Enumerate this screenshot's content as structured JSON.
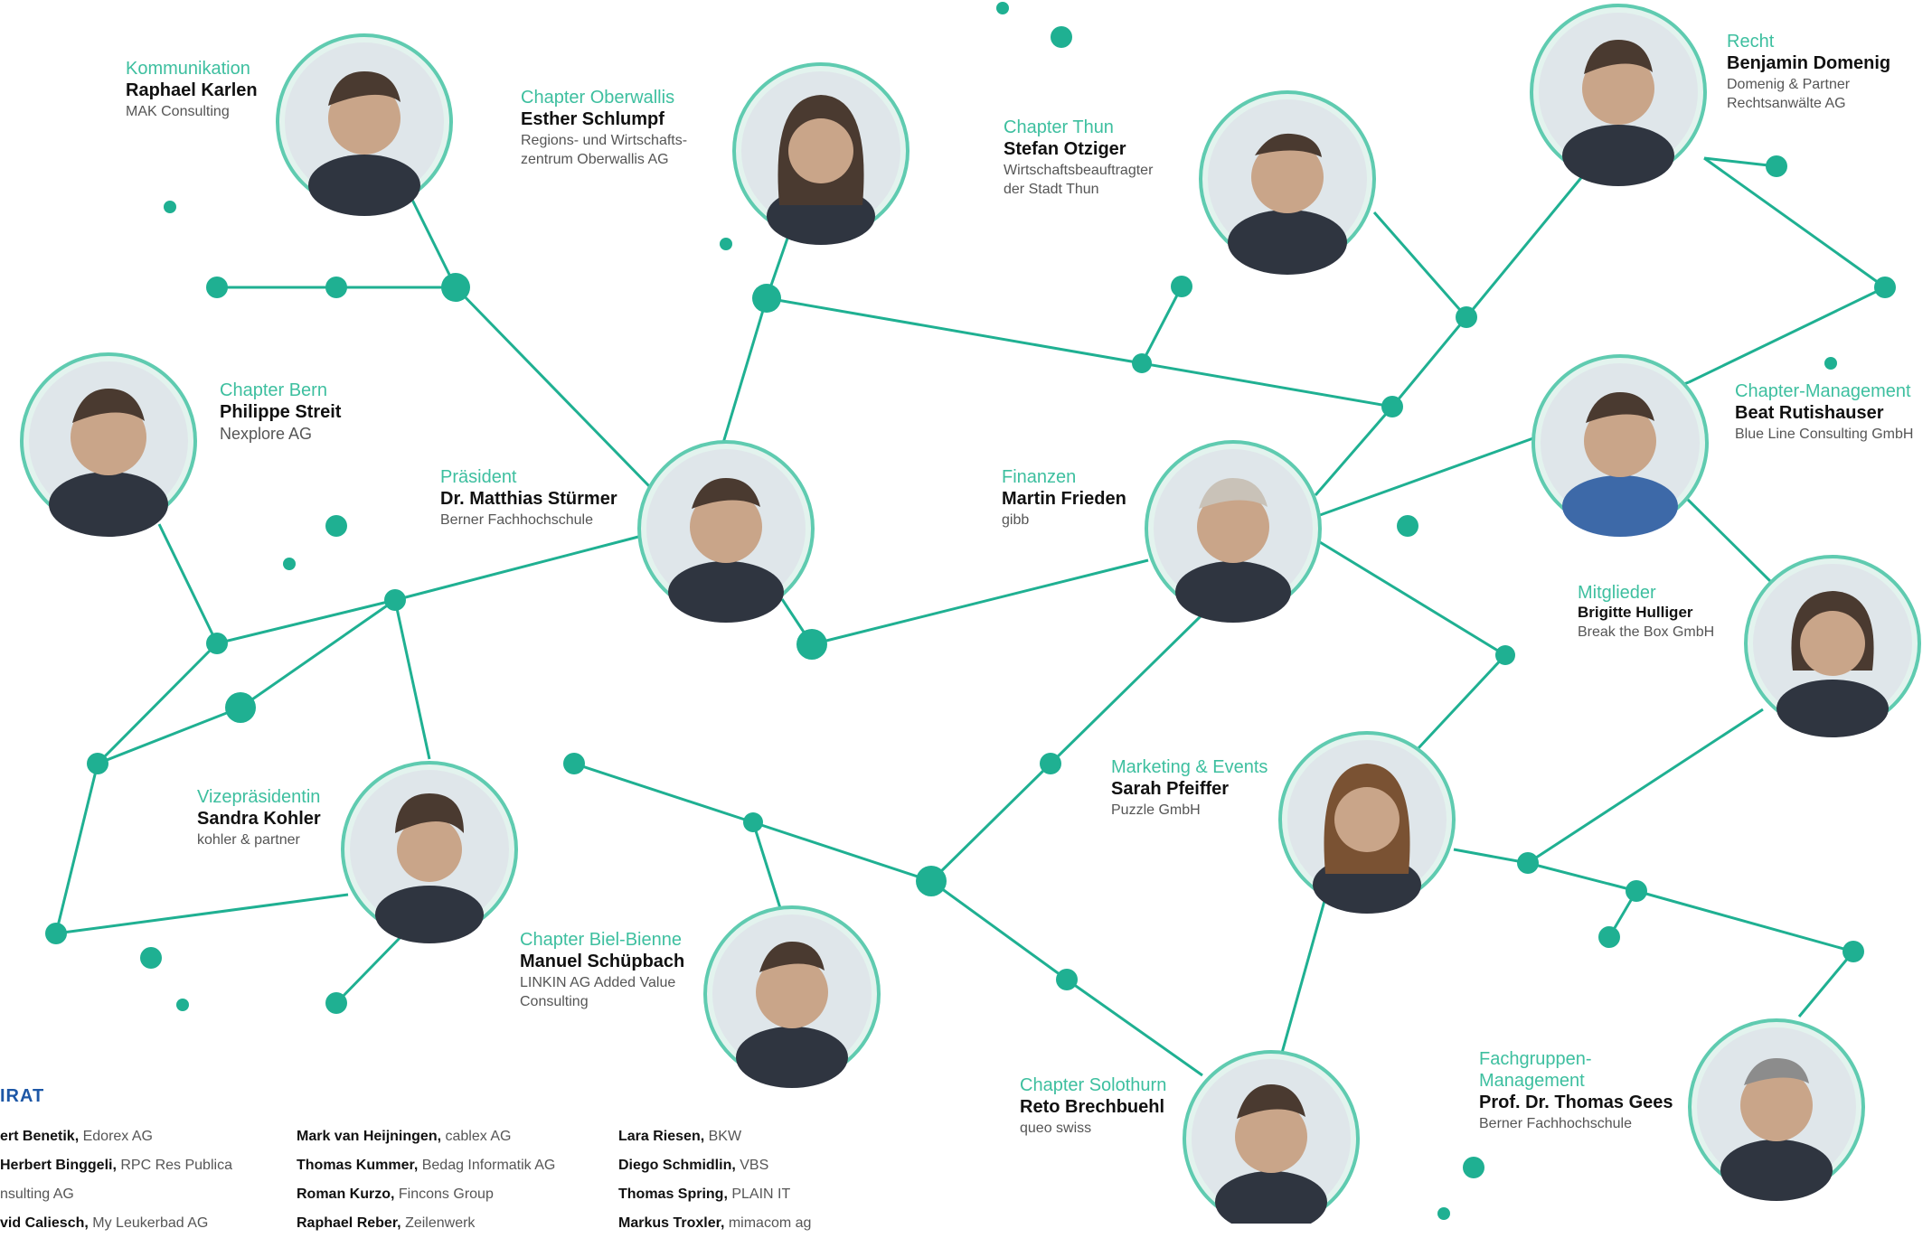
{
  "colors": {
    "accent": "#1fb092",
    "role_text": "#3dbf9f",
    "beirat_title": "#1d57a6"
  },
  "members": [
    {
      "id": "raphael",
      "role": "Kommunikation",
      "name": "Raphael Karlen",
      "org": [
        "MAK Consulting"
      ]
    },
    {
      "id": "esther",
      "role": "Chapter Oberwallis",
      "name": "Esther Schlumpf",
      "org": [
        "Regions- und Wirtschafts-",
        "zentrum Oberwallis AG"
      ]
    },
    {
      "id": "stefan",
      "role": "Chapter Thun",
      "name": "Stefan Otziger",
      "org": [
        "Wirtschaftsbeauftragter",
        "der Stadt Thun"
      ]
    },
    {
      "id": "benjamin",
      "role": "Recht",
      "name": "Benjamin Domenig",
      "org": [
        "Domenig & Partner",
        "Rechtsanwälte AG"
      ]
    },
    {
      "id": "philippe",
      "role": "Chapter Bern",
      "name": "Philippe Streit",
      "org": [
        "Nexplore AG"
      ]
    },
    {
      "id": "matthias",
      "role": "Präsident",
      "name": "Dr. Matthias Stürmer",
      "org": [
        "Berner Fachhochschule"
      ]
    },
    {
      "id": "martin",
      "role": "Finanzen",
      "name": "Martin Frieden",
      "org": [
        "gibb"
      ]
    },
    {
      "id": "beat",
      "role": "Chapter-Management",
      "name": "Beat Rutishauser",
      "org": [
        "Blue Line Consulting GmbH"
      ]
    },
    {
      "id": "brigitte",
      "role": "Mitglieder",
      "name": "Brigitte Hulliger",
      "org": [
        "Break the Box GmbH"
      ]
    },
    {
      "id": "sandra",
      "role": "Vizepräsidentin",
      "name": "Sandra Kohler",
      "org": [
        "kohler & partner"
      ]
    },
    {
      "id": "manuel",
      "role": "Chapter Biel-Bienne",
      "name": "Manuel Schüpbach",
      "org": [
        "LINKIN AG Added Value",
        "Consulting"
      ]
    },
    {
      "id": "sarah",
      "role": "Marketing & Events",
      "name": "Sarah Pfeiffer",
      "org": [
        "Puzzle GmbH"
      ]
    },
    {
      "id": "reto",
      "role": "Chapter Solothurn",
      "name": "Reto Brechbuehl",
      "org": [
        "queo swiss"
      ]
    },
    {
      "id": "thomas",
      "role": "Fachgruppen-\nManagement",
      "name": "Prof. Dr. Thomas Gees",
      "org": [
        "Berner Fachhochschule"
      ]
    }
  ],
  "beirat": {
    "title": "IRAT",
    "columns": [
      [
        {
          "name": "ert Benetik,",
          "org": "Edorex AG"
        },
        {
          "name": "Herbert Binggeli,",
          "org": "RPC Res Publica"
        },
        {
          "name": "",
          "org": "nsulting AG"
        },
        {
          "name": "vid Caliesch,",
          "org": "My Leukerbad AG"
        }
      ],
      [
        {
          "name": "Mark van Heijningen,",
          "org": "cablex AG"
        },
        {
          "name": "Thomas Kummer,",
          "org": "Bedag Informatik AG"
        },
        {
          "name": "Roman Kurzo,",
          "org": "Fincons Group"
        },
        {
          "name": "Raphael Reber,",
          "org": "Zeilenwerk"
        }
      ],
      [
        {
          "name": "Lara Riesen,",
          "org": "BKW"
        },
        {
          "name": "Diego Schmidlin,",
          "org": "VBS"
        },
        {
          "name": "Thomas Spring,",
          "org": "PLAIN IT"
        },
        {
          "name": "Markus Troxler,",
          "org": "mimacom ag"
        }
      ]
    ]
  }
}
